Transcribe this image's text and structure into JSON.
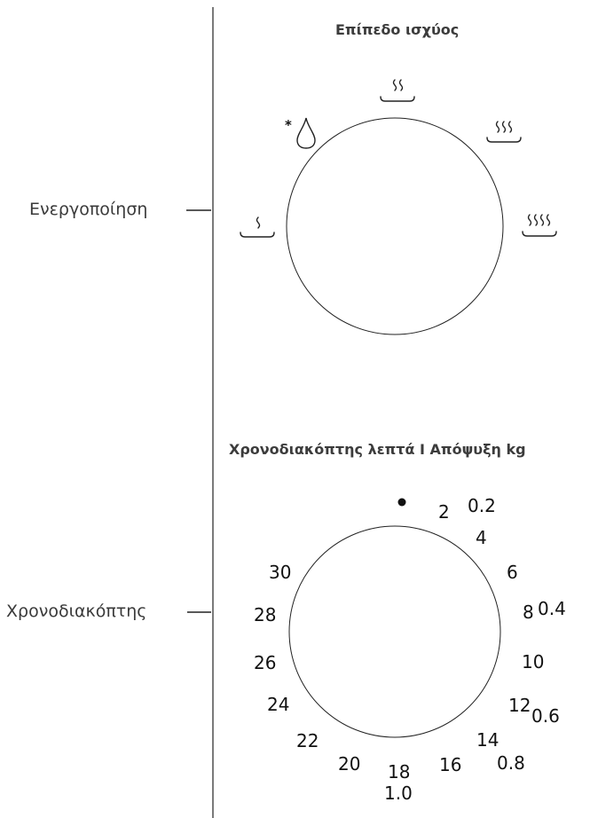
{
  "callouts": {
    "power": "Ενεργοποίηση",
    "timer": "Χρονοδιακόπτης"
  },
  "power_dial": {
    "title": "Επίπεδο ισχύος",
    "levels": [
      {
        "icon": "low-power-icon"
      },
      {
        "icon": "defrost-icon"
      },
      {
        "icon": "medium-low-power-icon"
      },
      {
        "icon": "medium-high-power-icon"
      },
      {
        "icon": "high-power-icon"
      }
    ]
  },
  "timer_dial": {
    "title": "Χρονοδιακόπτης λεπτά I Απόψυξη kg",
    "minutes": [
      "2",
      "4",
      "6",
      "8",
      "10",
      "12",
      "14",
      "16",
      "18",
      "20",
      "22",
      "24",
      "26",
      "28",
      "30"
    ],
    "defrost_kg": [
      "0.2",
      "0.4",
      "0.6",
      "0.8",
      "1.0"
    ]
  }
}
